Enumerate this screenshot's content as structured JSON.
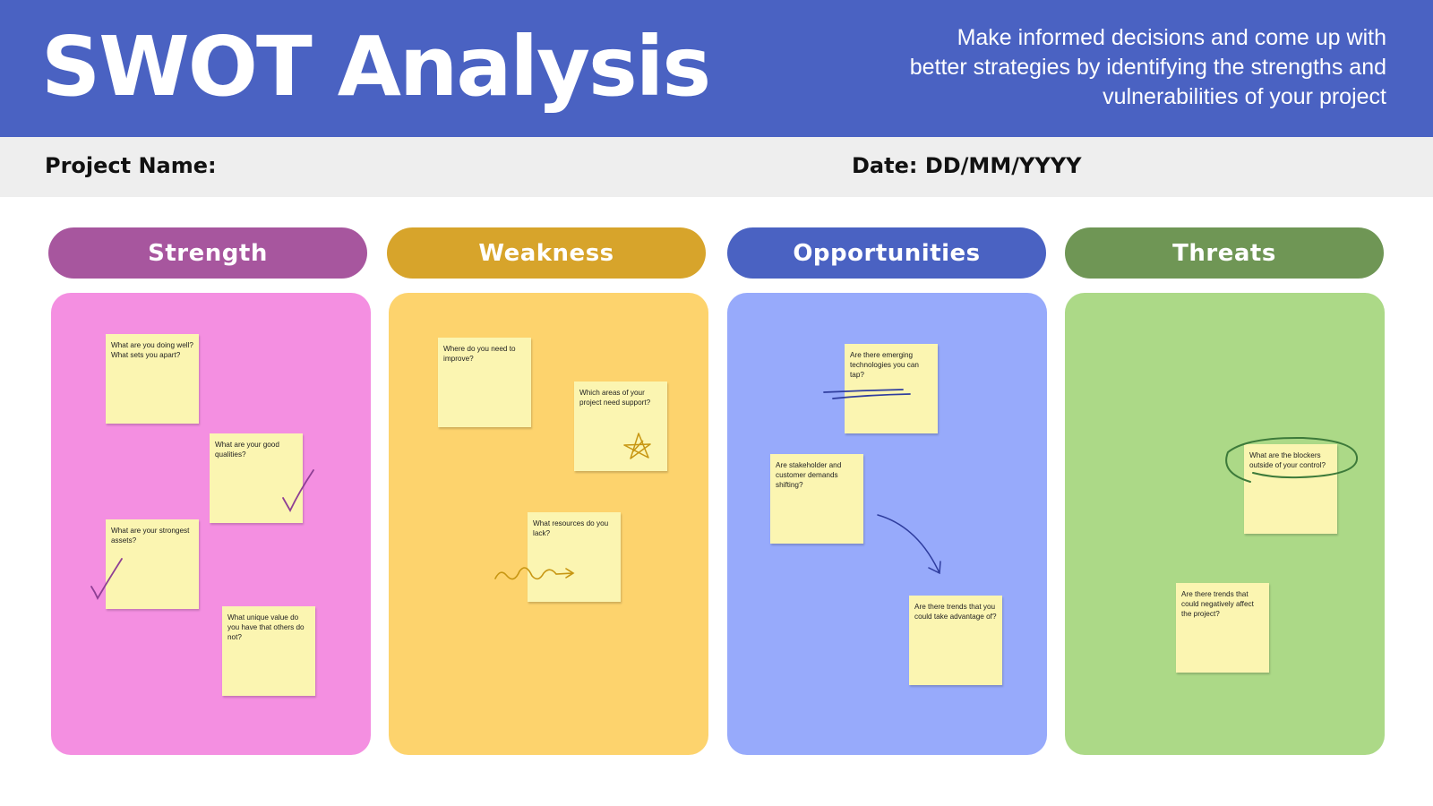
{
  "header": {
    "title": "SWOT Analysis",
    "subtitle": "Make informed decisions and come up with better strategies by identifying the strengths and vulnerabilities of your project"
  },
  "info": {
    "project_label": "Project Name:",
    "date_label": "Date: DD/MM/YYYY"
  },
  "colors": {
    "header": "#4a62c2",
    "strength_pill": "#a7569e",
    "strength_panel": "#f48fe1",
    "weakness_pill": "#d7a42b",
    "weakness_panel": "#fdd36d",
    "opportunities_pill": "#4a62c2",
    "opportunities_panel": "#97aafb",
    "threats_pill": "#6f9655",
    "threats_panel": "#acd987",
    "sticky_note": "#fbf5b1"
  },
  "columns": [
    {
      "title": "Strength",
      "notes": [
        "What are you doing well? What sets you apart?",
        "What are your good qualities?",
        "What are your strongest assets?",
        "What unique value do you have that others do not?"
      ]
    },
    {
      "title": "Weakness",
      "notes": [
        "Where do you need to improve?",
        "Which areas of your project need support?",
        "What resources do you lack?"
      ]
    },
    {
      "title": "Opportunities",
      "notes": [
        "Are there emerging technologies you can tap?",
        "Are stakeholder and customer demands shifting?",
        "Are there trends that you could take advantage of?"
      ]
    },
    {
      "title": "Threats",
      "notes": [
        "What are the blockers outside of your control?",
        "Are there trends that could negatively affect the project?"
      ]
    }
  ]
}
